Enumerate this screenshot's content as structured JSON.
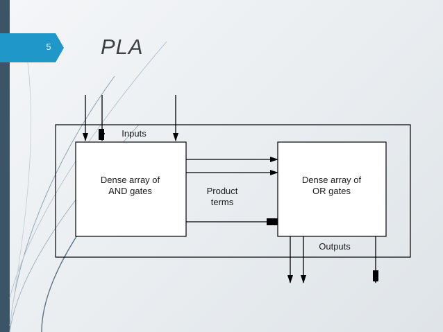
{
  "slide": {
    "number": "5",
    "title": "PLA"
  },
  "diagram": {
    "inputs_label": "Inputs",
    "and_array_label_line1": "Dense array of",
    "and_array_label_line2": "AND gates",
    "product_terms_line1": "Product",
    "product_terms_line2": "terms",
    "or_array_label_line1": "Dense array of",
    "or_array_label_line2": "OR gates",
    "outputs_label": "Outputs"
  },
  "colors": {
    "sidebar": "#3b5566",
    "accent": "#1f97c9",
    "line": "#000000"
  }
}
